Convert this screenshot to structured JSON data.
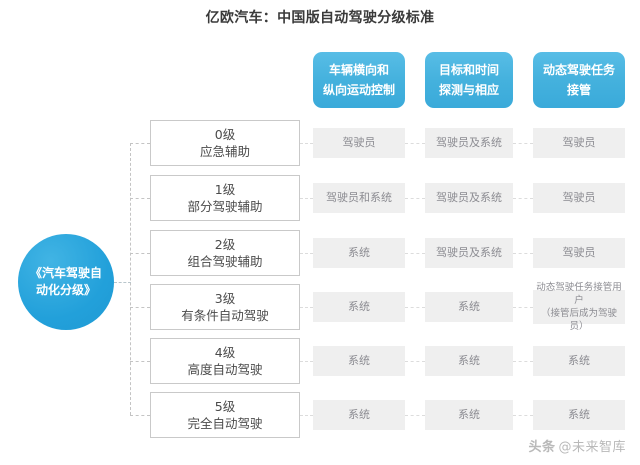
{
  "title": "亿欧汽车：中国版自动驾驶分级标准",
  "root": {
    "label_line1": "《汽车驾驶自",
    "label_line2": "动化分级》"
  },
  "columns": [
    {
      "line1": "车辆横向和",
      "line2": "纵向运动控制"
    },
    {
      "line1": "目标和时间",
      "line2": "探测与相应"
    },
    {
      "line1": "动态驾驶任务",
      "line2": "接管"
    }
  ],
  "rows": [
    {
      "level": "0级",
      "name": "应急辅助",
      "cells": [
        {
          "line1": "驾驶员",
          "line2": ""
        },
        {
          "line1": "驾驶员及系统",
          "line2": ""
        },
        {
          "line1": "驾驶员",
          "line2": ""
        }
      ]
    },
    {
      "level": "1级",
      "name": "部分驾驶辅助",
      "cells": [
        {
          "line1": "驾驶员和系统",
          "line2": ""
        },
        {
          "line1": "驾驶员及系统",
          "line2": ""
        },
        {
          "line1": "驾驶员",
          "line2": ""
        }
      ]
    },
    {
      "level": "2级",
      "name": "组合驾驶辅助",
      "cells": [
        {
          "line1": "系统",
          "line2": ""
        },
        {
          "line1": "驾驶员及系统",
          "line2": ""
        },
        {
          "line1": "驾驶员",
          "line2": ""
        }
      ]
    },
    {
      "level": "3级",
      "name": "有条件自动驾驶",
      "cells": [
        {
          "line1": "系统",
          "line2": ""
        },
        {
          "line1": "系统",
          "line2": ""
        },
        {
          "line1": "动态驾驶任务接管用户",
          "line2": "（接管后成为驾驶员）"
        }
      ]
    },
    {
      "level": "4级",
      "name": "高度自动驾驶",
      "cells": [
        {
          "line1": "系统",
          "line2": ""
        },
        {
          "line1": "系统",
          "line2": ""
        },
        {
          "line1": "系统",
          "line2": ""
        }
      ]
    },
    {
      "level": "5级",
      "name": "完全自动驾驶",
      "cells": [
        {
          "line1": "系统",
          "line2": ""
        },
        {
          "line1": "系统",
          "line2": ""
        },
        {
          "line1": "系统",
          "line2": ""
        }
      ]
    }
  ],
  "watermark": {
    "logo": "头条",
    "handle": "@未来智库"
  },
  "colors": {
    "header_blue": "#44b1dd",
    "circle_blue": "#22a0da",
    "cell_gray": "#efefef",
    "text_gray": "#8c8c92",
    "border_gray": "#c9c9c9"
  }
}
